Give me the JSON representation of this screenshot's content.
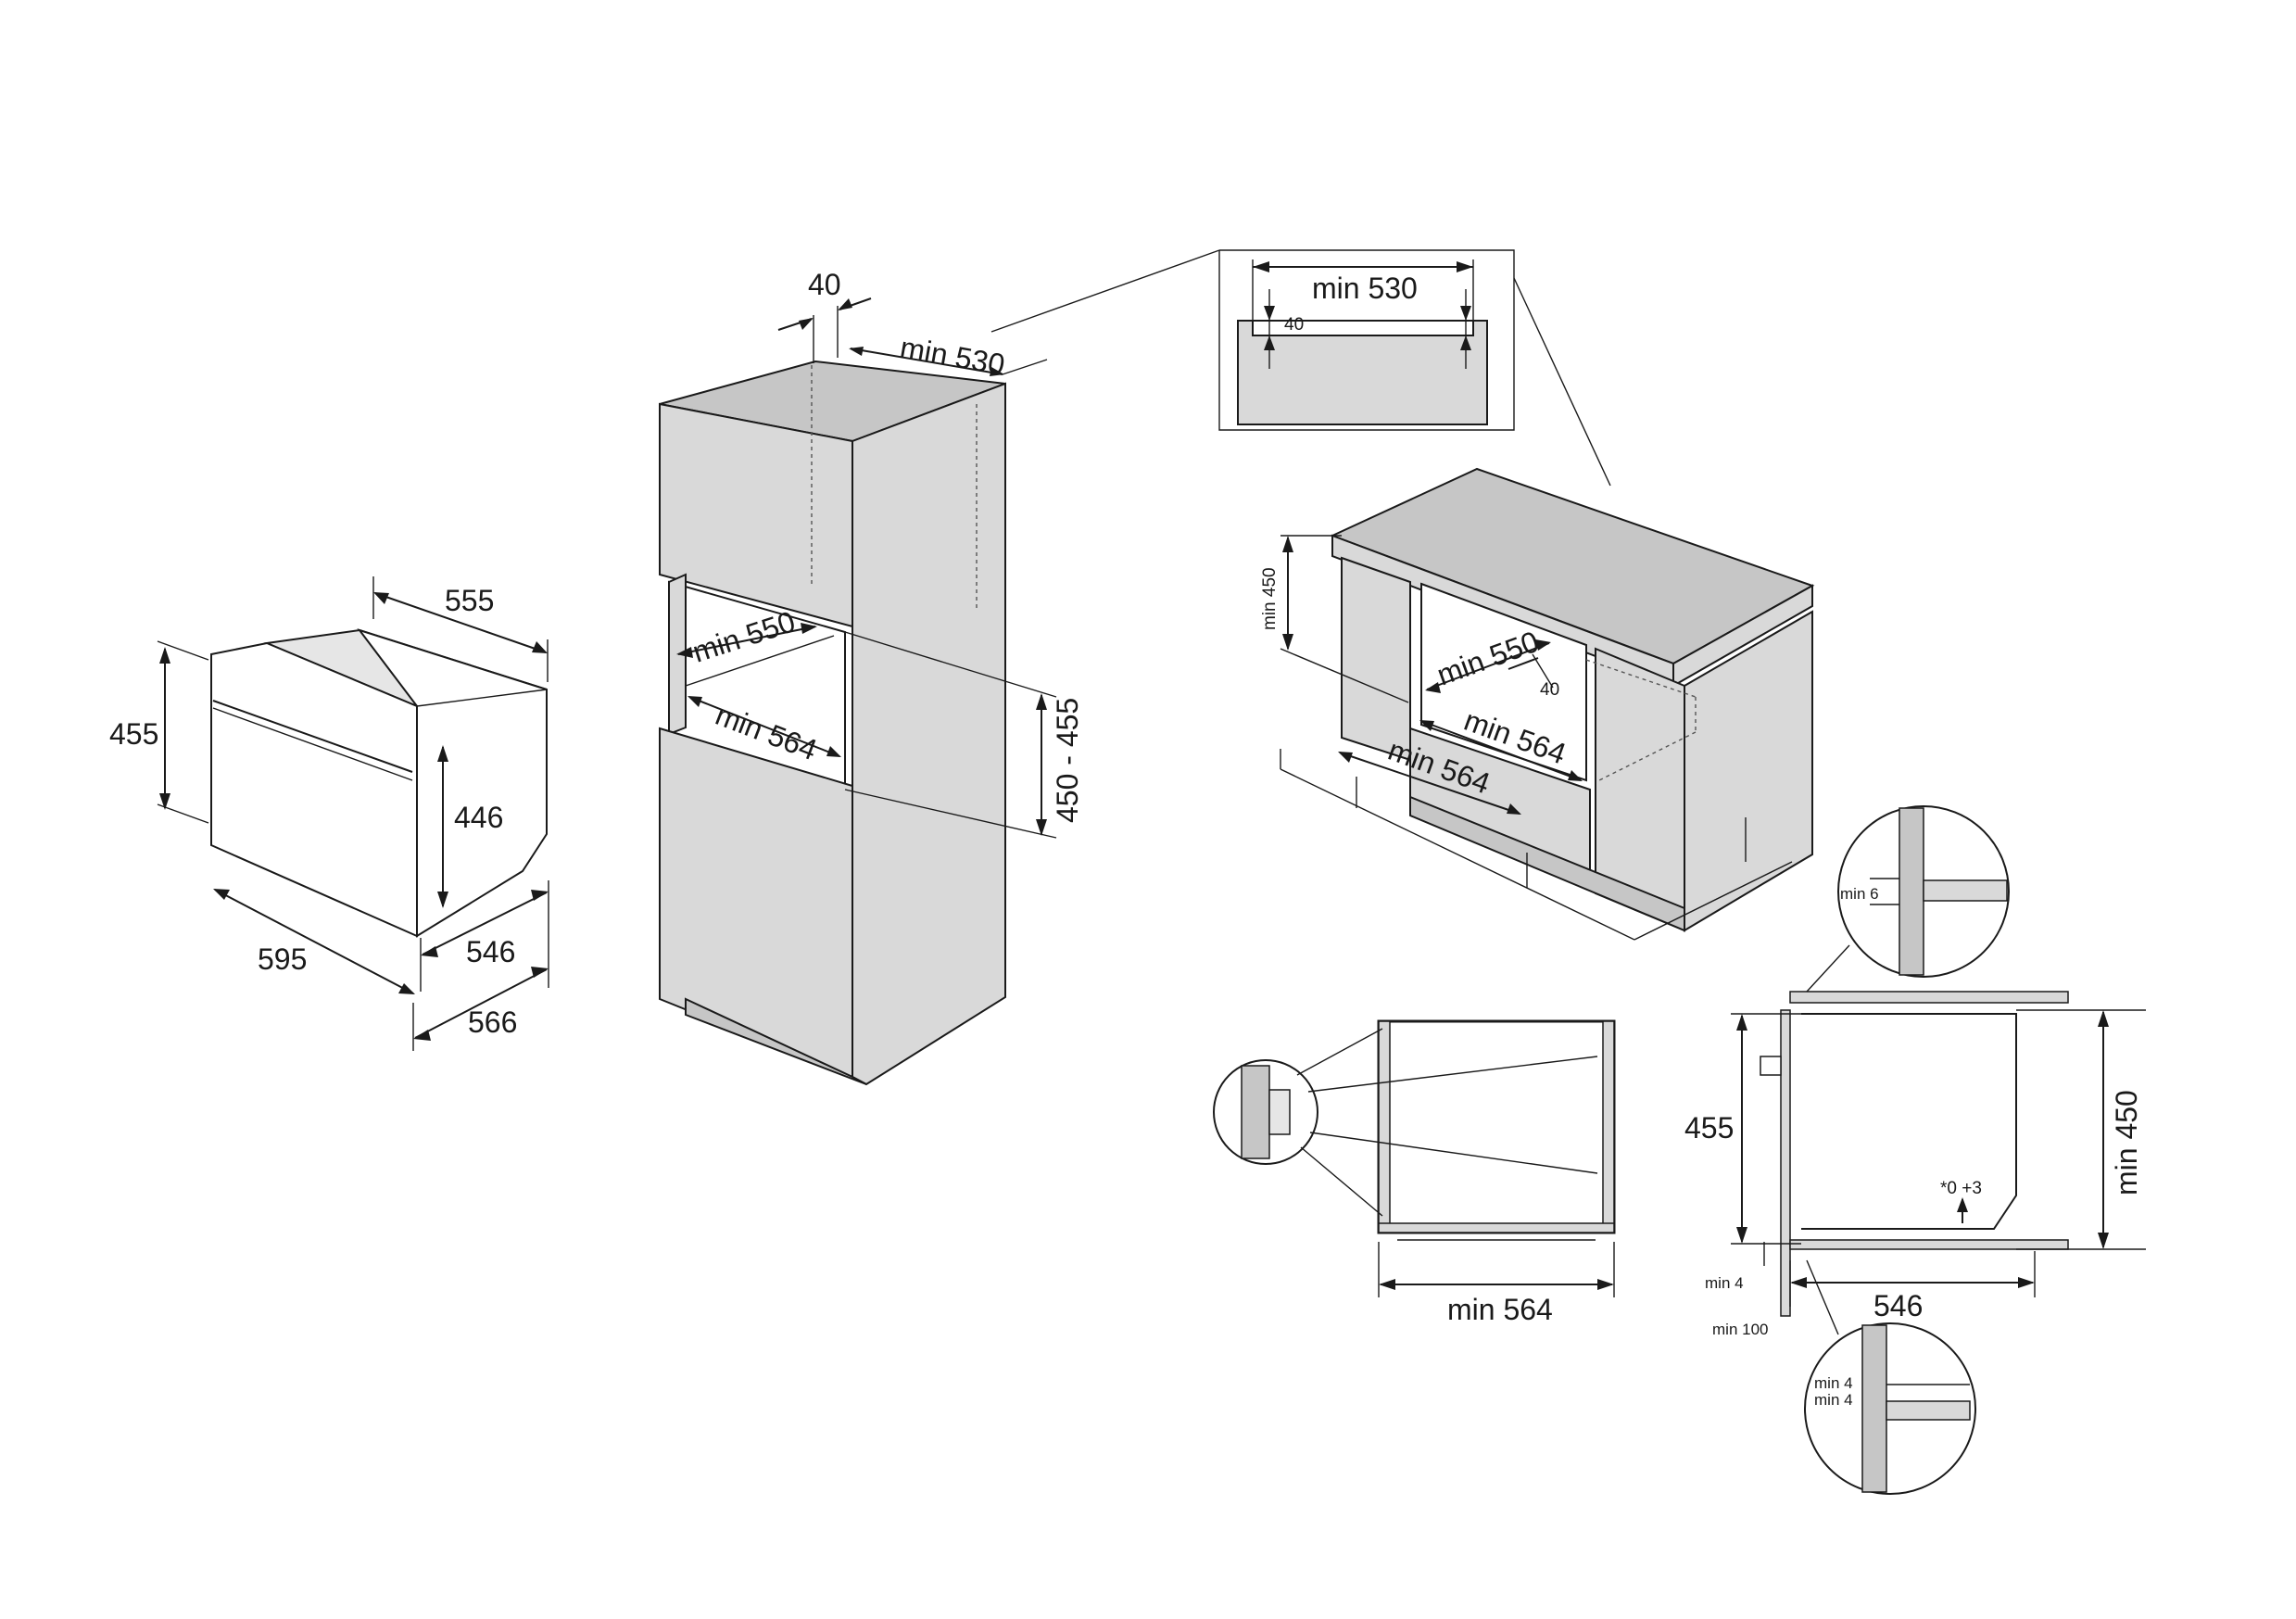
{
  "colors": {
    "line": "#1a1a1a",
    "panel": "#d9d9d9",
    "panel_dark": "#c6c6c6",
    "background": "#ffffff"
  },
  "appliance": {
    "height": "455",
    "depth": "555",
    "inner_height": "446",
    "width": "595",
    "body_depth": "546",
    "total_depth": "566"
  },
  "tall_unit": {
    "gap": "40",
    "top_depth": "min 530",
    "niche_width": "min 550",
    "niche_depth": "min 564",
    "niche_height": "450 - 455"
  },
  "inset": {
    "depth": "min 530",
    "gap": "40"
  },
  "counter_unit": {
    "height": "min 450",
    "niche_width": "min 550",
    "gap": "40",
    "inner_depth": "min 564",
    "floor_depth": "min 564"
  },
  "side_section": {
    "width": "min 564"
  },
  "front_section": {
    "oven_height": "455",
    "niche_height": "min 450",
    "depth": "546",
    "tolerance": "*0 +3",
    "bottom_gap": "min 4",
    "floor_gap": "min 100",
    "top_detail": "min 6",
    "detail_a": "min 4",
    "detail_b": "min 4"
  }
}
